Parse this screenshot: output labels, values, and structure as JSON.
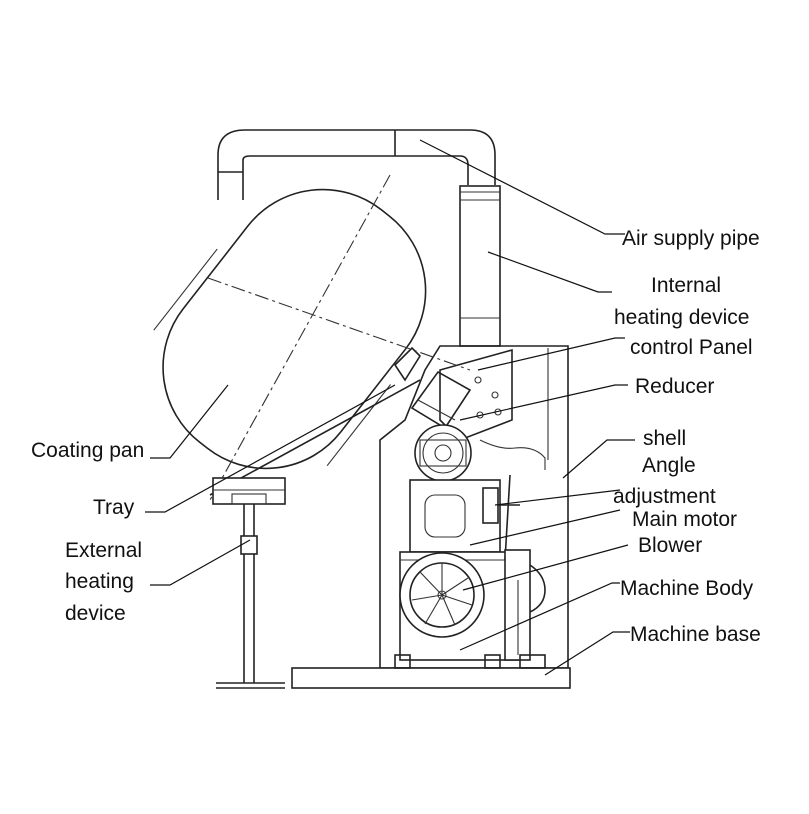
{
  "diagram": {
    "labels": {
      "air_supply_pipe": "Air supply pipe",
      "internal_heating_1": "Internal",
      "internal_heating_2": "heating device",
      "control_panel": "control Panel",
      "reducer": "Reducer",
      "shell": "shell",
      "angle_adjustment_1": "Angle",
      "angle_adjustment_2": "adjustment",
      "main_motor": "Main motor",
      "blower": "Blower",
      "machine_body": "Machine Body",
      "machine_base": "Machine base",
      "coating_pan": "Coating pan",
      "tray": "Tray",
      "external_heating_1": "External",
      "external_heating_2": "heating",
      "external_heating_3": "device"
    }
  }
}
